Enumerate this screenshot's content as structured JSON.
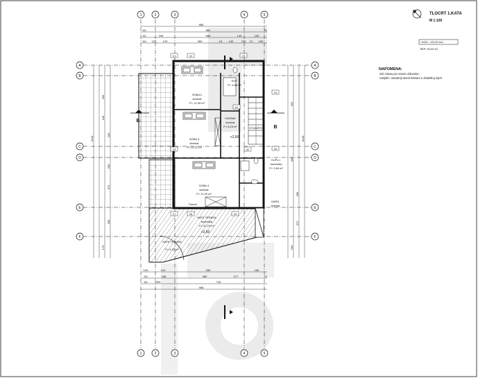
{
  "title_block": {
    "title": "TLOCRT 1.KATA",
    "scale": "M 1:100",
    "level_note": "+4425 = 124,25 mnv",
    "area_note": "BEP= 83,53 m2"
  },
  "notes": {
    "heading": "NAPOMENA:",
    "line1": "-zisi crtanu po novom zidovima",
    "line2": "-vanjski i unutarnji otvori kotirani u zidarskoj mjeri"
  },
  "axes": {
    "vertical": [
      "1",
      "2",
      "3",
      "4",
      "5"
    ],
    "horizontal": [
      "A",
      "B",
      "C",
      "D",
      "E",
      "F"
    ]
  },
  "section_marks": {
    "left": "B",
    "right": "B"
  },
  "rooms": {
    "soba2": {
      "name": "SOBA 2",
      "floor": "laminat",
      "area": "P= 12,00 m²"
    },
    "soba3": {
      "name": "SOBA 3",
      "floor": "laminat",
      "area": "P= 12,37 m²"
    },
    "soba4": {
      "name": "SOBA 4",
      "floor": "laminat",
      "area": "P= 11,29 m²"
    },
    "hodnik": {
      "name": "HODNIK",
      "floor": "laminat",
      "area": "P= 8,23 m²"
    },
    "kupaona1": {
      "name": "KUP.",
      "area": "P= 4,88 m²"
    },
    "kupaona2": {
      "name": "KUPLJ.",
      "floor": "keramika",
      "area": "P= 3,60 m²"
    },
    "garderoba": {
      "name": "GARD.",
      "floor": "laminat"
    },
    "stubiste": {
      "name": "STUBIŠTE"
    },
    "terasa": {
      "name": "NATK.TERASA",
      "floor": "keramika",
      "area": "P= 20,70 m²"
    },
    "loggia": {
      "name": "NATK.TERASA",
      "area": "P= 4,20 m²"
    }
  },
  "levels": {
    "hall": "+2,60",
    "terrace": "+2,60"
  },
  "dims_top": {
    "total": "985",
    "row2": [
      "111",
      "864",
      "11"
    ],
    "row3": [
      "111",
      "196",
      "588",
      "140",
      "190"
    ],
    "row4": [
      "111",
      "120",
      "120",
      "360",
      "24",
      "140",
      "114",
      "12",
      "150"
    ]
  },
  "dims_bottom": {
    "row1": [
      "109",
      "120",
      "935",
      "150"
    ],
    "row2": [
      "111",
      "158",
      "460",
      "277",
      "11"
    ],
    "row3": [
      "111",
      "200",
      "734"
    ],
    "total": "968"
  },
  "dims_left": {
    "total": "1134",
    "segments": [
      "299",
      "145",
      "204",
      "283",
      "372",
      "205",
      "170"
    ]
  },
  "dims_right": {
    "total": "1140",
    "segments": [
      "592",
      "445",
      "285",
      "372",
      "205"
    ]
  },
  "window_tags": [
    "V1",
    "V2",
    "V3",
    "V4",
    "V5",
    "V6",
    "V7",
    "V8",
    "V9",
    "V10",
    "V11"
  ],
  "door_tags": [
    "U1",
    "U2",
    "U3",
    "U4",
    "U5",
    "U6"
  ],
  "labels": {
    "parket": "Parket"
  },
  "colors": {
    "line": "#111111",
    "hatch": "#222222",
    "watermark": "#e6e6e6",
    "wall": "#1a1a1a"
  }
}
